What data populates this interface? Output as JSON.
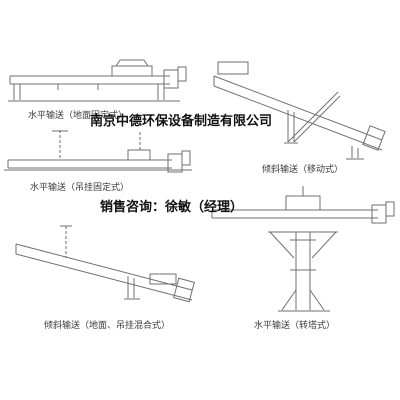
{
  "banner": {
    "company": "南京中德环保设备制造有限公司",
    "contact": "销售咨询：徐敏（经理）"
  },
  "diagrams": [
    {
      "caption": "水平输送（地面固定式）"
    },
    {
      "caption": "倾斜输送（移动式）"
    },
    {
      "caption": "水平输送（吊挂固定式）"
    },
    {
      "caption": "倾斜输送（地面、吊挂混合式）"
    },
    {
      "caption": "水平输送（转塔式）"
    }
  ],
  "colors": {
    "line": "#6f6f6f",
    "text": "#333333",
    "banner": "#111111"
  }
}
